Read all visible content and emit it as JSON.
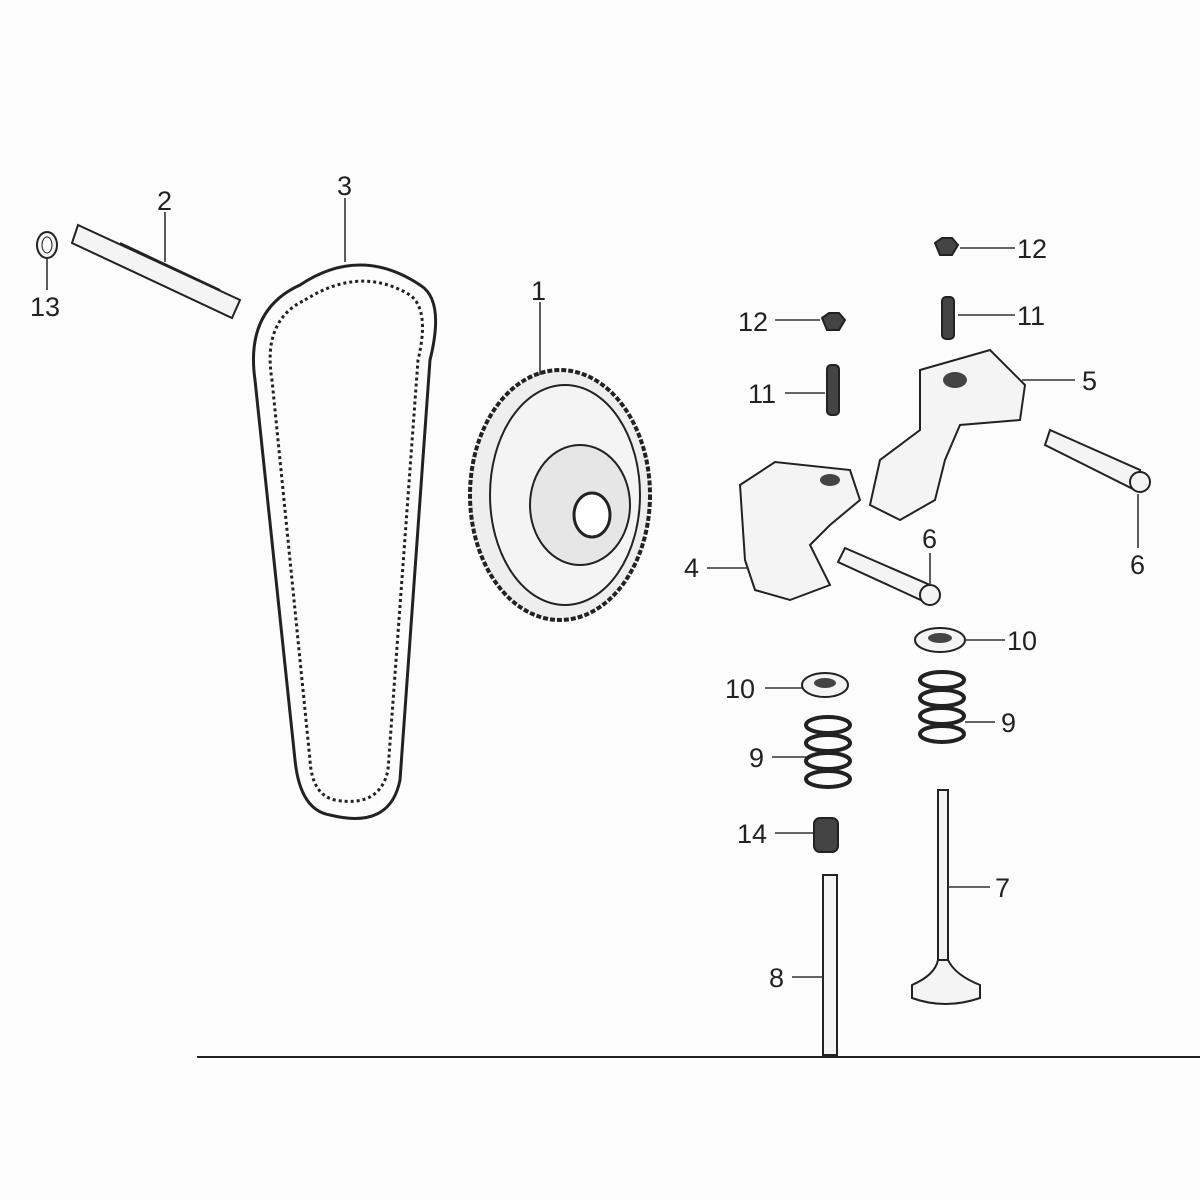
{
  "diagram": {
    "labels": {
      "p1": "1",
      "p2": "2",
      "p3": "3",
      "p4": "4",
      "p5": "5",
      "p6a": "6",
      "p6b": "6",
      "p7": "7",
      "p8": "8",
      "p9a": "9",
      "p9b": "9",
      "p10a": "10",
      "p10b": "10",
      "p11a": "11",
      "p11b": "11",
      "p12a": "12",
      "p12b": "12",
      "p13": "13",
      "p14": "14"
    }
  }
}
